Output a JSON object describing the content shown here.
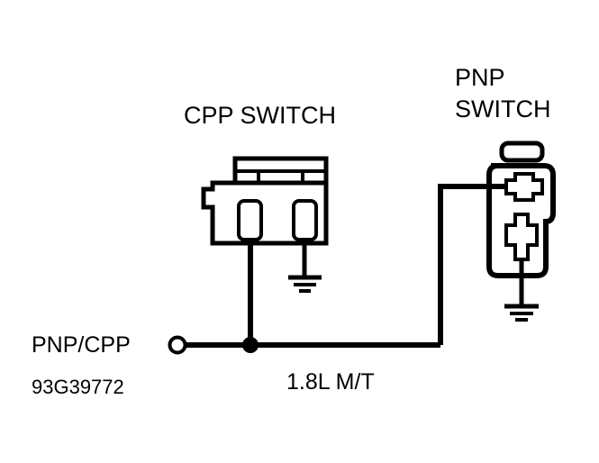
{
  "diagram": {
    "kind": "automotive-wiring-schematic",
    "background_color": "#FFFFFF",
    "line_color": "#000000",
    "labels": {
      "cpp_switch": "CPP SWITCH",
      "pnp_switch_line1": "PNP",
      "pnp_switch_line2": "SWITCH",
      "circuit_name": "PNP/CPP",
      "part_code": "93G39772",
      "engine_spec": "1.8L M/T"
    },
    "components": [
      {
        "id": "cpp-switch",
        "label": "CPP SWITCH",
        "type": "connector-switch",
        "terminals": 2,
        "ground": true
      },
      {
        "id": "pnp-switch",
        "label": "PNP SWITCH",
        "type": "switch",
        "terminals": 1,
        "ground": true
      }
    ],
    "nodes": [
      {
        "id": "circuit-terminal",
        "type": "open-circle-terminal"
      },
      {
        "id": "junction-dot",
        "type": "solid-junction"
      }
    ],
    "ground_symbols": [
      {
        "id": "cpp-ground",
        "bars": 3
      },
      {
        "id": "pnp-ground",
        "bars": 3
      }
    ]
  }
}
